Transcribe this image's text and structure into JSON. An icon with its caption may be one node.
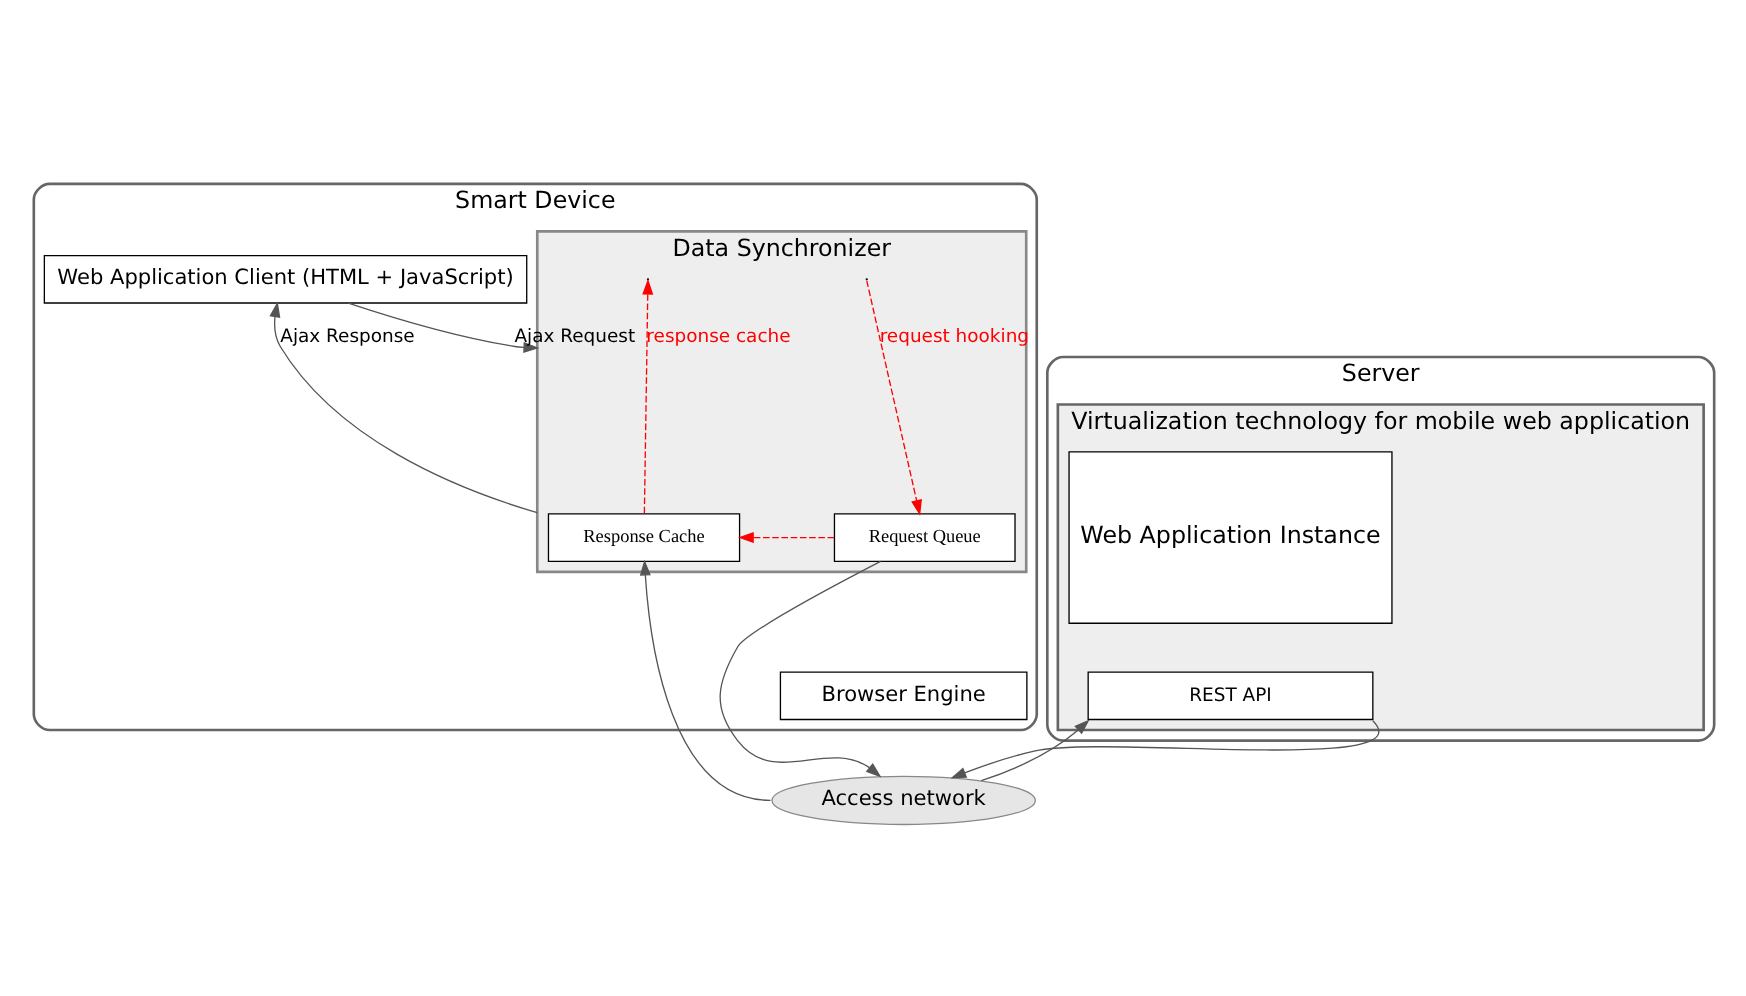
{
  "diagram": {
    "nodes": [
      {
        "text": [
          "Smart Device"
        ]
      },
      {
        "text": [
          "Web Application Client (HTML + JavaScript)"
        ],
        "in": 0
      },
      {
        "text": [
          "Data Synchronizer"
        ],
        "in": 0
      },
      {
        "text": [
          "Response Cache"
        ],
        "in": 2
      },
      {
        "text": [
          "Request Queue"
        ],
        "in": 2
      },
      {
        "text": [
          "Browser Engine"
        ],
        "in": 0
      },
      {
        "text": [
          "Server"
        ]
      },
      {
        "text": [
          "Virtualization technology for mobile web application"
        ],
        "in": 6
      },
      {
        "text": [
          "Web Application Instance"
        ],
        "in": 7
      },
      {
        "text": [
          "REST API"
        ],
        "in": 7
      },
      {
        "text": [
          "Access network"
        ]
      }
    ],
    "edges": [
      {
        "from": 2,
        "to": 1,
        "arrow": "to",
        "label": "Ajax Response"
      },
      {
        "from": 1,
        "to": 2,
        "arrow": "to",
        "label": "Ajax Request"
      },
      {
        "from": 3,
        "to": null,
        "arrow": "to",
        "label": "response cache",
        "style": "dashed",
        "color": "#ff0000"
      },
      {
        "from": null,
        "to": 4,
        "arrow": "to",
        "label": "request hooking",
        "style": "dashed",
        "color": "#ff0000"
      },
      {
        "from": 4,
        "to": 3,
        "arrow": "to",
        "style": "dashed",
        "color": "#ff0000"
      },
      {
        "from": 4,
        "to": 10,
        "arrow": "to"
      },
      {
        "from": 10,
        "to": 9,
        "arrow": "to"
      },
      {
        "from": 9,
        "to": 10,
        "arrow": "to"
      },
      {
        "from": 10,
        "to": 3,
        "arrow": "to"
      }
    ]
  }
}
